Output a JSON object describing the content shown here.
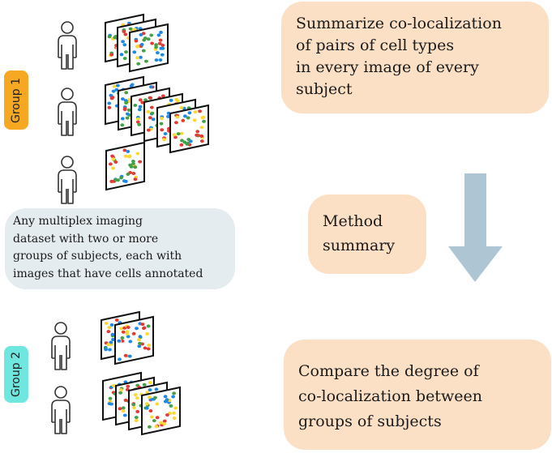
{
  "group_labels": [
    "Group 1",
    "Group 2"
  ],
  "dataset_text": "Any multiplex imaging\ndataset with two or more\ngroups of subjects, each with\nimages that have cells annotated",
  "steps": {
    "summarize": "Summarize co-localization\nof pairs of cell types\nin every image of every\nsubject",
    "method": "Method\nsummary",
    "compare": "Compare the degree of\nco-localization between\ngroups of subjects"
  },
  "colors": {
    "group1": "#f7a823",
    "group2": "#6fe6de",
    "step_box": "#fbe0c6",
    "dataset_box": "#e5ecef",
    "arrow": "#aec5d4",
    "cell_red": "#e53935",
    "cell_blue": "#1e88e5",
    "cell_green": "#43a047",
    "cell_yellow": "#fdd835"
  },
  "icons": {
    "subject": "person-outline-icon",
    "image": "annotated-cell-image-icon",
    "flow": "down-arrow-icon"
  },
  "subjects": [
    {
      "group": 1,
      "images": 3
    },
    {
      "group": 1,
      "images": 6
    },
    {
      "group": 1,
      "images": 1
    },
    {
      "group": 2,
      "images": 2
    },
    {
      "group": 2,
      "images": 4
    }
  ]
}
